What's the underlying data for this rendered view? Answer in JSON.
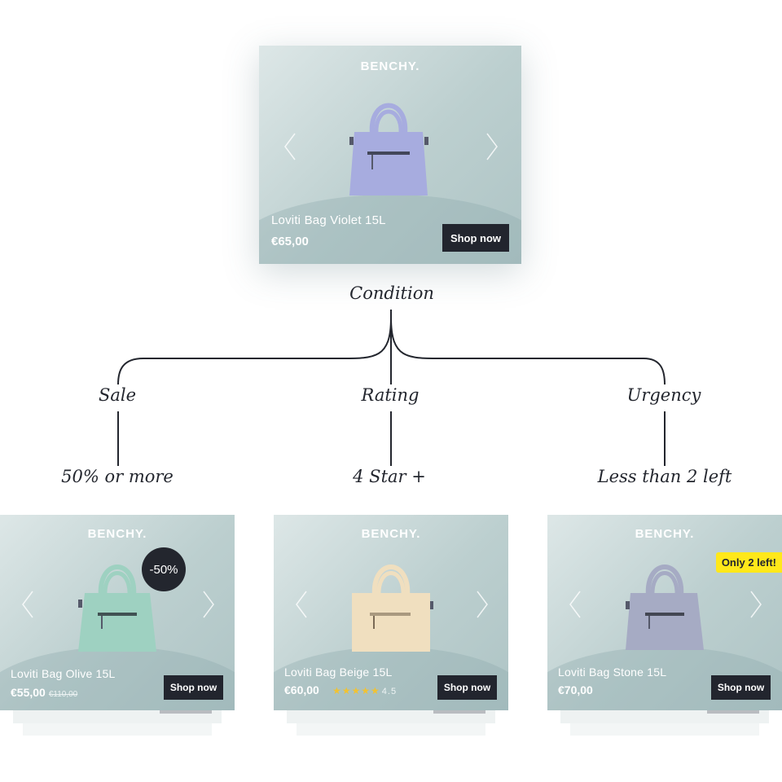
{
  "colors": {
    "bg": "#ffffff",
    "ink": "#23262e",
    "button": "#22252e",
    "badge_urgent": "#ffe81a",
    "star": "#f1c232"
  },
  "root": {
    "brand": "BENCHY.",
    "product_name": "Loviti Bag Violet 15L",
    "price": "€65,00",
    "button": "Shop now",
    "bag_color": "#a7acdf"
  },
  "diagram": {
    "root_label": "Condition",
    "branches": [
      {
        "label": "Sale",
        "result": "50% or more"
      },
      {
        "label": "Rating",
        "result": "4 Star +"
      },
      {
        "label": "Urgency",
        "result": "Less than 2 left"
      }
    ]
  },
  "cards": [
    {
      "brand": "BENCHY.",
      "product_name": "Loviti Bag Olive 15L",
      "price": "€55,00",
      "old_price": "€110,00",
      "badge": "-50%",
      "button": "Shop now",
      "bag_color": "#9ed1c1"
    },
    {
      "brand": "BENCHY.",
      "product_name": "Loviti Bag Beige 15L",
      "price": "€60,00",
      "stars": "★★★★★",
      "rating": "4.5",
      "button": "Shop now",
      "bag_color": "#f0dfbf"
    },
    {
      "brand": "BENCHY.",
      "product_name": "Loviti Bag Stone 15L",
      "price": "€70,00",
      "badge": "Only 2 left!",
      "button": "Shop now",
      "bag_color": "#a6abc4"
    }
  ]
}
